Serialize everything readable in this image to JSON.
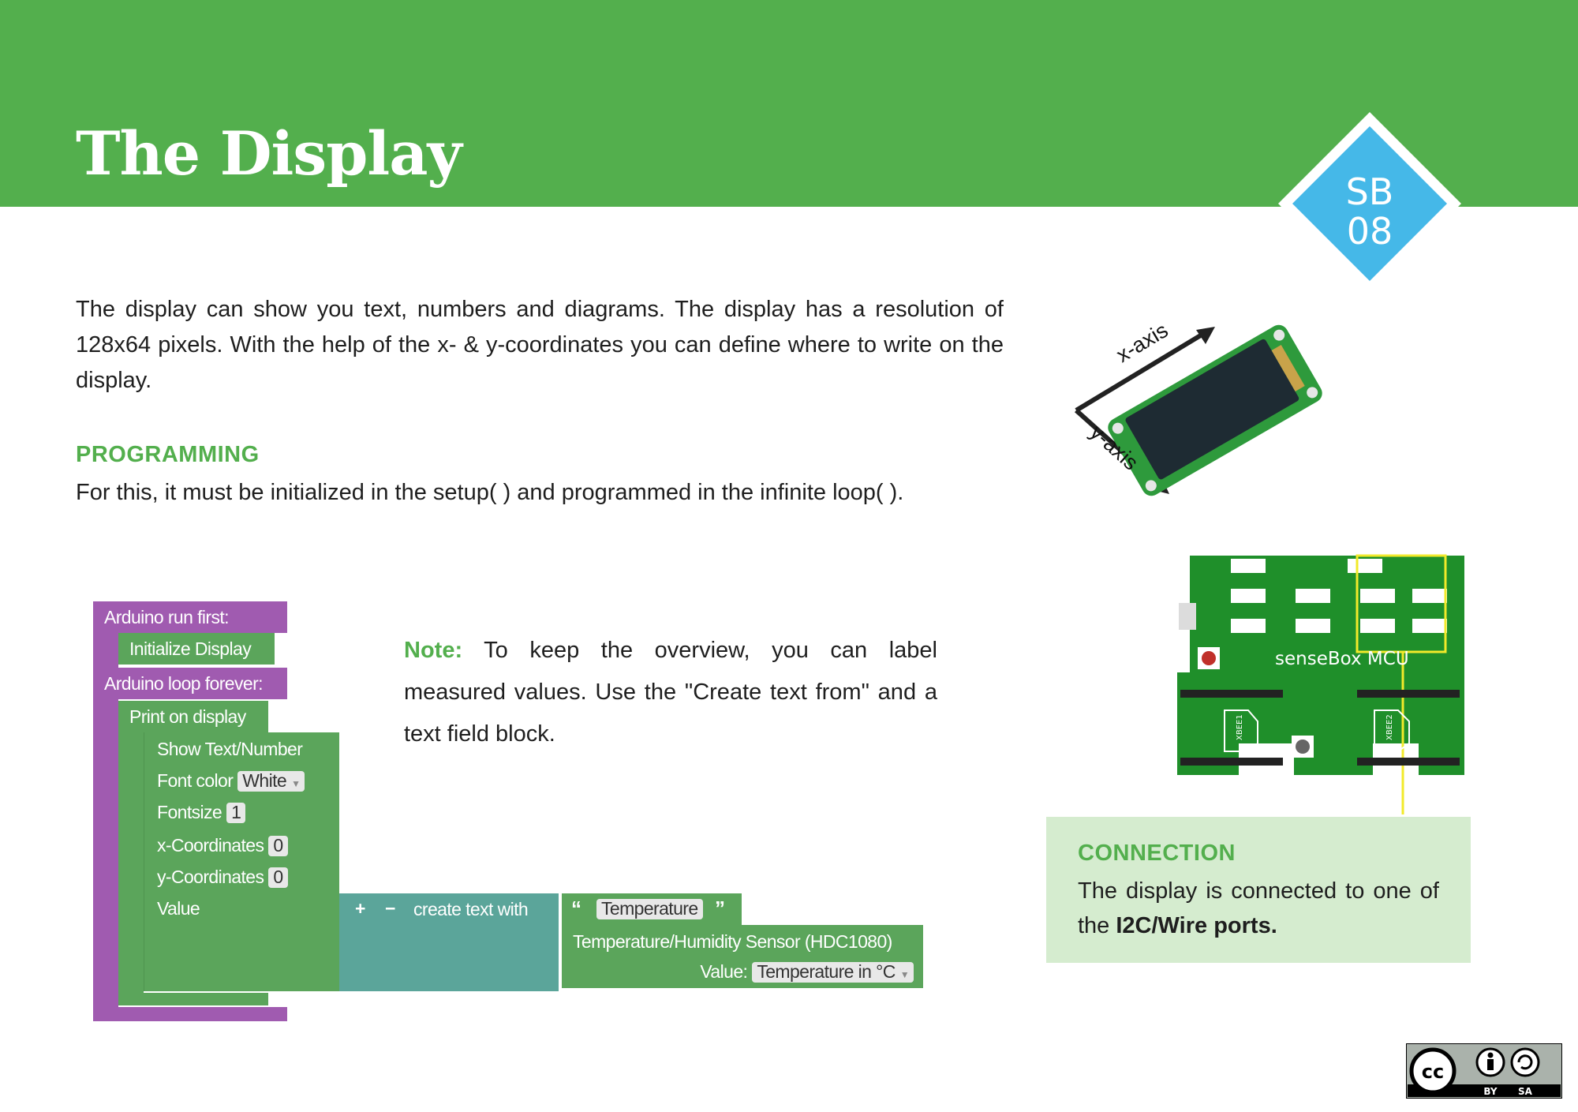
{
  "header": {
    "title": "The Display",
    "badge_line1": "SB",
    "badge_line2": "08"
  },
  "intro": "The display can show you text, numbers and diagrams. The display has a resolution of 128x64 pixels. With the help of the x- & y-coordinates you can define where to write on the display.",
  "programming": {
    "heading": "PROGRAMMING",
    "text": "For this, it must be initialized in the setup( ) and programmed in the infinite loop( )."
  },
  "note": {
    "label": "Note:",
    "text": " To keep the overview, you can label measured values. Use the \"Create text from\" and a text field block."
  },
  "connection": {
    "heading": "CONNECTION",
    "text_before": "The display is connected to one of the ",
    "text_bold": "I2C/Wire ports."
  },
  "display_image": {
    "x_axis": "x-axis",
    "y_axis": "y-axis"
  },
  "board": {
    "label": "senseBox MCU",
    "xbee1": "XBEE1",
    "xbee2": "XBEE2"
  },
  "blocks": {
    "run_first": "Arduino run first:",
    "init_display": "Initialize Display",
    "loop_forever": "Arduino loop forever:",
    "print_display": "Print on display",
    "show_text": "Show Text/Number",
    "font_color_label": "Font color",
    "font_color_value": "White",
    "fontsize_label": "Fontsize",
    "fontsize_value": "1",
    "x_label": "x-Coordinates",
    "x_value": "0",
    "y_label": "y-Coordinates",
    "y_value": "0",
    "value_label": "Value",
    "plus": "+",
    "minus": "−",
    "create_text": "create text with",
    "quote_open": "“",
    "quote_close": "”",
    "temperature_text": "Temperature",
    "sensor": "Temperature/Humidity Sensor (HDC1080)",
    "sensor_value_label": "Value:",
    "sensor_value": "Temperature in °C"
  },
  "license": {
    "by": "BY",
    "sa": "SA"
  },
  "colors": {
    "brand_green": "#53af4d",
    "badge_blue": "#45b8e8",
    "connection_bg": "#d5eccf",
    "block_purple": "#a05bb0",
    "block_green": "#5ba55b",
    "block_teal": "#5ba59a"
  }
}
